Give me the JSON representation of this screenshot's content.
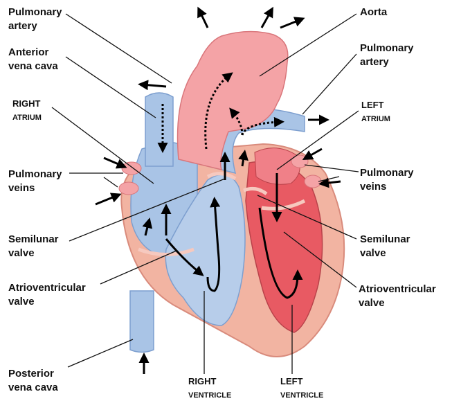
{
  "labels": {
    "pulmonary_artery_left": [
      "Pulmonary",
      "artery"
    ],
    "anterior_vena_cava": [
      "Anterior",
      "vena cava"
    ],
    "right_atrium": [
      "RIGHT",
      "ATRIUM"
    ],
    "pulmonary_veins_left": [
      "Pulmonary",
      "veins"
    ],
    "semilunar_valve_left": [
      "Semilunar",
      "valve"
    ],
    "av_valve_left": [
      "Atrioventricular",
      "valve"
    ],
    "posterior_vena_cava": [
      "Posterior",
      "vena cava"
    ],
    "right_ventricle": [
      "RIGHT",
      "VENTRICLE"
    ],
    "left_ventricle": [
      "LEFT",
      "VENTRICLE"
    ],
    "aorta": [
      "Aorta"
    ],
    "pulmonary_artery_right": [
      "Pulmonary",
      "artery"
    ],
    "left_atrium": [
      "LEFT",
      "ATRIUM"
    ],
    "pulmonary_veins_right": [
      "Pulmonary",
      "veins"
    ],
    "semilunar_valve_right": [
      "Semilunar",
      "valve"
    ],
    "av_valve_right": [
      "Atrioventricular",
      "valve"
    ]
  },
  "colors": {
    "deoxygenated_blue": "#a9c4e6",
    "deoxygenated_blue_dark": "#7d9fcf",
    "oxygenated_red": "#e85a63",
    "oxygenated_red_light": "#f4a3a6",
    "heart_muscle": "#f2b4a2",
    "leader_line": "#111111",
    "flow_arrow": "#000000"
  }
}
